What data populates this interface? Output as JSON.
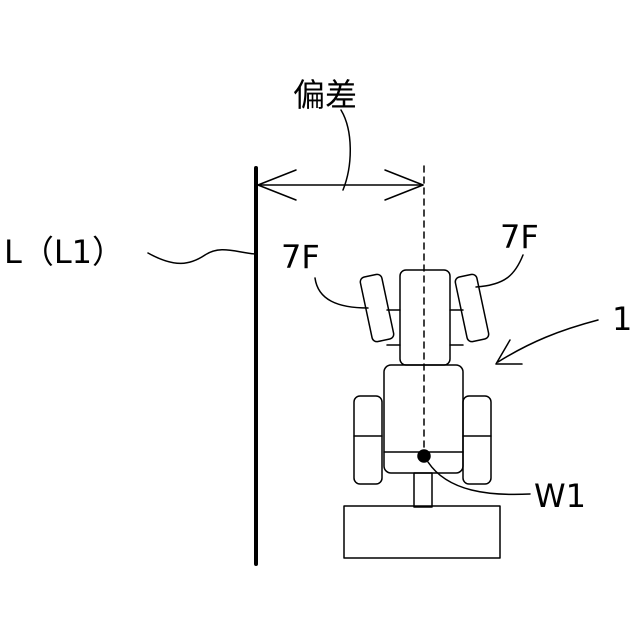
{
  "labels": {
    "deviation": "偏差",
    "line": "L（L1）",
    "front_wheel_left": "7F",
    "front_wheel_right": "7F",
    "vehicle": "1",
    "reference_point": "W1"
  }
}
